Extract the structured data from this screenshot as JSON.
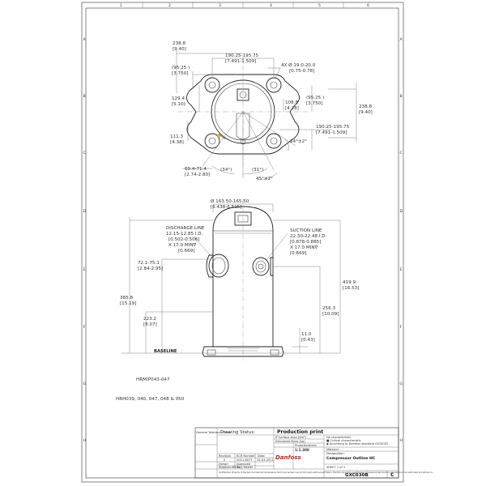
{
  "sheet": {
    "zones_top": [
      "1",
      "2",
      "3",
      "4",
      "5",
      "6"
    ],
    "zones_side": [
      "A",
      "B",
      "C",
      "D",
      "E",
      "F",
      "G",
      "H"
    ]
  },
  "top_view": {
    "d_238_8_left": "238.8",
    "d_238_8_left_in": "[9.40]",
    "d_190_25_top": "190.25-195.75",
    "d_190_25_top_in": "[7.491-1.509]",
    "d_hole": "4X Ø 19.0-20.0",
    "d_hole_in": "[0.75-0.78]",
    "d_95_25_left": "(95.25 )",
    "d_95_25_left_in": "[3.750]",
    "d_129_4": "129.4",
    "d_129_4_in": "[5.10]",
    "d_108_8": "108.8",
    "d_108_8_in": "[4.28]",
    "d_95_25_right": "(95.25 )",
    "d_95_25_right_in": "[3.750]",
    "d_238_8_right": "238.8",
    "d_238_8_right_in": "[9.40]",
    "d_111_3": "111.3",
    "d_111_3_in": "[4.38]",
    "d_190_25_right": "190.25-195.75",
    "d_190_25_right_in": "[7.491-1.509]",
    "d_14deg": "14°±2°",
    "d_69_4": "69.4-71.4",
    "d_69_4_in": "[2.74-2.80]",
    "d_34deg": "(34°)",
    "d_31deg": "(31°)",
    "d_45deg": "45°±2°"
  },
  "side_view": {
    "d_diameter": "Ø 163.50-165.50",
    "d_diameter_in": "[6.438-6.515]",
    "discharge": [
      "DISCHARGE LINE",
      "12.15-12.85 I.D.",
      "[0.502-0.506]",
      "X 17.0 MIN∇",
      "[0.669]"
    ],
    "suction": [
      "SUCTION LINE",
      "22.30-22.48 I.D.",
      "[0.878-0.885]",
      "X 17.0 MIN∇",
      "[0.669]"
    ],
    "d_72_1": "72.1-75.1",
    "d_72_1_in": "[2.84-2.95]",
    "d_385_8": "385.8",
    "d_385_8_in": "[15.19]",
    "d_223_2": "223.2",
    "d_223_2_in": "[8.07]",
    "d_419_9": "419.9",
    "d_419_9_in": "[16.53]",
    "d_256_3": "256.3",
    "d_256_3_in": "[10.09]",
    "d_11_0": "11.0",
    "d_11_0_in": "[0.43]",
    "baseline": "BASELINE"
  },
  "model_note": "HRM/P043-047",
  "model_note2": "HRH039, 040, 047, 048 & 050",
  "title_block": {
    "general_tolerance": "General Tolerance Table",
    "drawing_status_label": "Drawing Status:",
    "drawing_status": "Production print",
    "surface_label": "∇ Surface Area [dm²]",
    "weight_label": "Estimated Mass [kg]",
    "projection_label": "Projection",
    "scale_label": "Scale",
    "scale": "1:1.300",
    "material_label": "Material:",
    "designation_label": "Designation:",
    "designation": "Compressor Outline HC",
    "sheet_label": "SHEET 1 of 1",
    "drawing_no": "GXC030B",
    "size": "C",
    "revision_label": "Revision",
    "ecr_label": "ECR Number",
    "date_label": "Date",
    "drawn_label": "Drawn",
    "approved_label": "Approved",
    "rev": "0",
    "ecr_no": "2011-8077",
    "date": "15-03-2011",
    "drawn_by": "Stephen Miner",
    "approved_by": "Troy Heeler",
    "notes_right": [
      "No characteristic",
      "■ Critical characteristic",
      "◆ According to Danfoss standard 0015002"
    ],
    "confidential": "Confidential: Property of Danfoss Commercial Compressors. Not to be handed over to third party without permission. Danfoss copyright; unauthorized dimensional reproduction of contents to be authorised by Danfoss Co.",
    "logo_text": "Danfoss"
  }
}
